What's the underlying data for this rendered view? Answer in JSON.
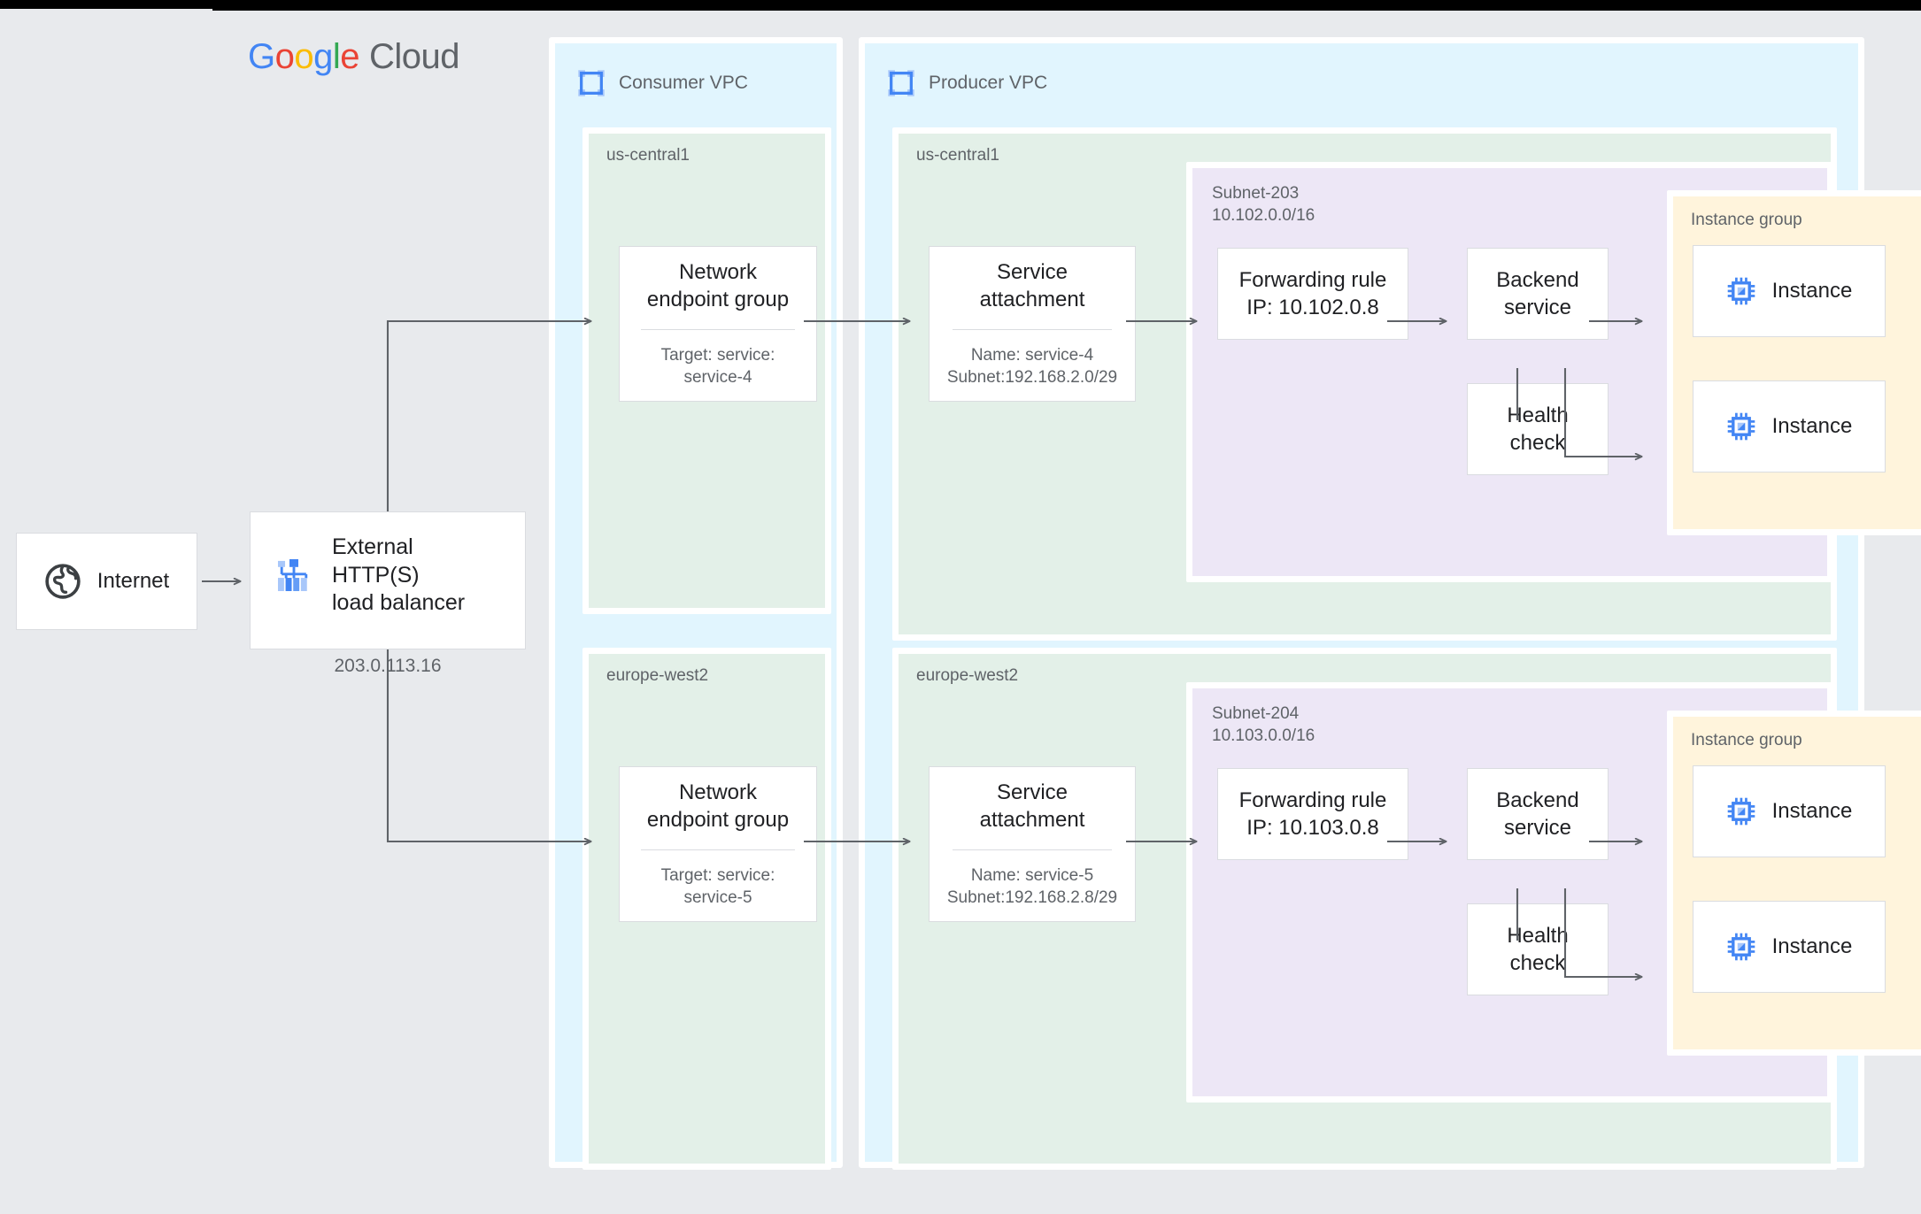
{
  "brand": {
    "google": "Google",
    "cloud": "Cloud",
    "colors": {
      "blue": "#4285F4",
      "red": "#EA4335",
      "yellow": "#FBBC05",
      "green": "#34A853",
      "grey": "#5f6368"
    }
  },
  "palette": {
    "page_bg": "#e8eaed",
    "vpc_bg": "#e1f5fe",
    "region_bg": "#e3f0e8",
    "subnet_bg": "#ede7f6",
    "instance_group_bg": "#fff4dc",
    "card_bg": "#ffffff",
    "card_border": "#dadce0",
    "arrow": "#5f6368",
    "text_primary": "#202124",
    "text_secondary": "#5f6368",
    "icon_blue": "#669df6",
    "icon_blue_dark": "#4285f4",
    "globe": "#3c4043"
  },
  "internet": {
    "label": "Internet",
    "icon": "globe-icon"
  },
  "load_balancer": {
    "icon": "load-balancer-icon",
    "name": "External HTTP(S)\nload balancer",
    "name_line1": "External HTTP(S)",
    "name_line2": "load balancer",
    "ip": "203.0.113.16"
  },
  "consumer_vpc": {
    "title": "Consumer VPC",
    "icon": "vpc-icon",
    "regions": [
      {
        "name": "us-central1",
        "node": {
          "title_line1": "Network",
          "title_line2": "endpoint group",
          "sub_line1": "Target: service:",
          "sub_line2": "service-4"
        }
      },
      {
        "name": "europe-west2",
        "node": {
          "title_line1": "Network",
          "title_line2": "endpoint group",
          "sub_line1": "Target: service:",
          "sub_line2": "service-5"
        }
      }
    ]
  },
  "producer_vpc": {
    "title": "Producer VPC",
    "icon": "vpc-icon",
    "regions": [
      {
        "name": "us-central1",
        "service_attachment": {
          "title_line1": "Service",
          "title_line2": "attachment",
          "sub_line1": "Name: service-4",
          "sub_line2": "Subnet:192.168.2.0/29"
        },
        "subnet": {
          "name": "Subnet-203",
          "cidr": "10.102.0.0/16",
          "forwarding_rule": {
            "line1": "Forwarding rule",
            "line2": "IP: 10.102.0.8"
          },
          "backend_service": {
            "line1": "Backend",
            "line2": "service"
          },
          "health_check": {
            "line1": "Health",
            "line2": "check"
          },
          "instance_group": {
            "label": "Instance group",
            "instances": [
              {
                "label": "Instance",
                "icon": "cpu-instance-icon"
              },
              {
                "label": "Instance",
                "icon": "cpu-instance-icon"
              }
            ]
          }
        }
      },
      {
        "name": "europe-west2",
        "service_attachment": {
          "title_line1": "Service",
          "title_line2": "attachment",
          "sub_line1": "Name: service-5",
          "sub_line2": "Subnet:192.168.2.8/29"
        },
        "subnet": {
          "name": "Subnet-204",
          "cidr": "10.103.0.0/16",
          "forwarding_rule": {
            "line1": "Forwarding rule",
            "line2": "IP: 10.103.0.8"
          },
          "backend_service": {
            "line1": "Backend",
            "line2": "service"
          },
          "health_check": {
            "line1": "Health",
            "line2": "check"
          },
          "instance_group": {
            "label": "Instance group",
            "instances": [
              {
                "label": "Instance",
                "icon": "cpu-instance-icon"
              },
              {
                "label": "Instance",
                "icon": "cpu-instance-icon"
              }
            ]
          }
        }
      }
    ]
  }
}
